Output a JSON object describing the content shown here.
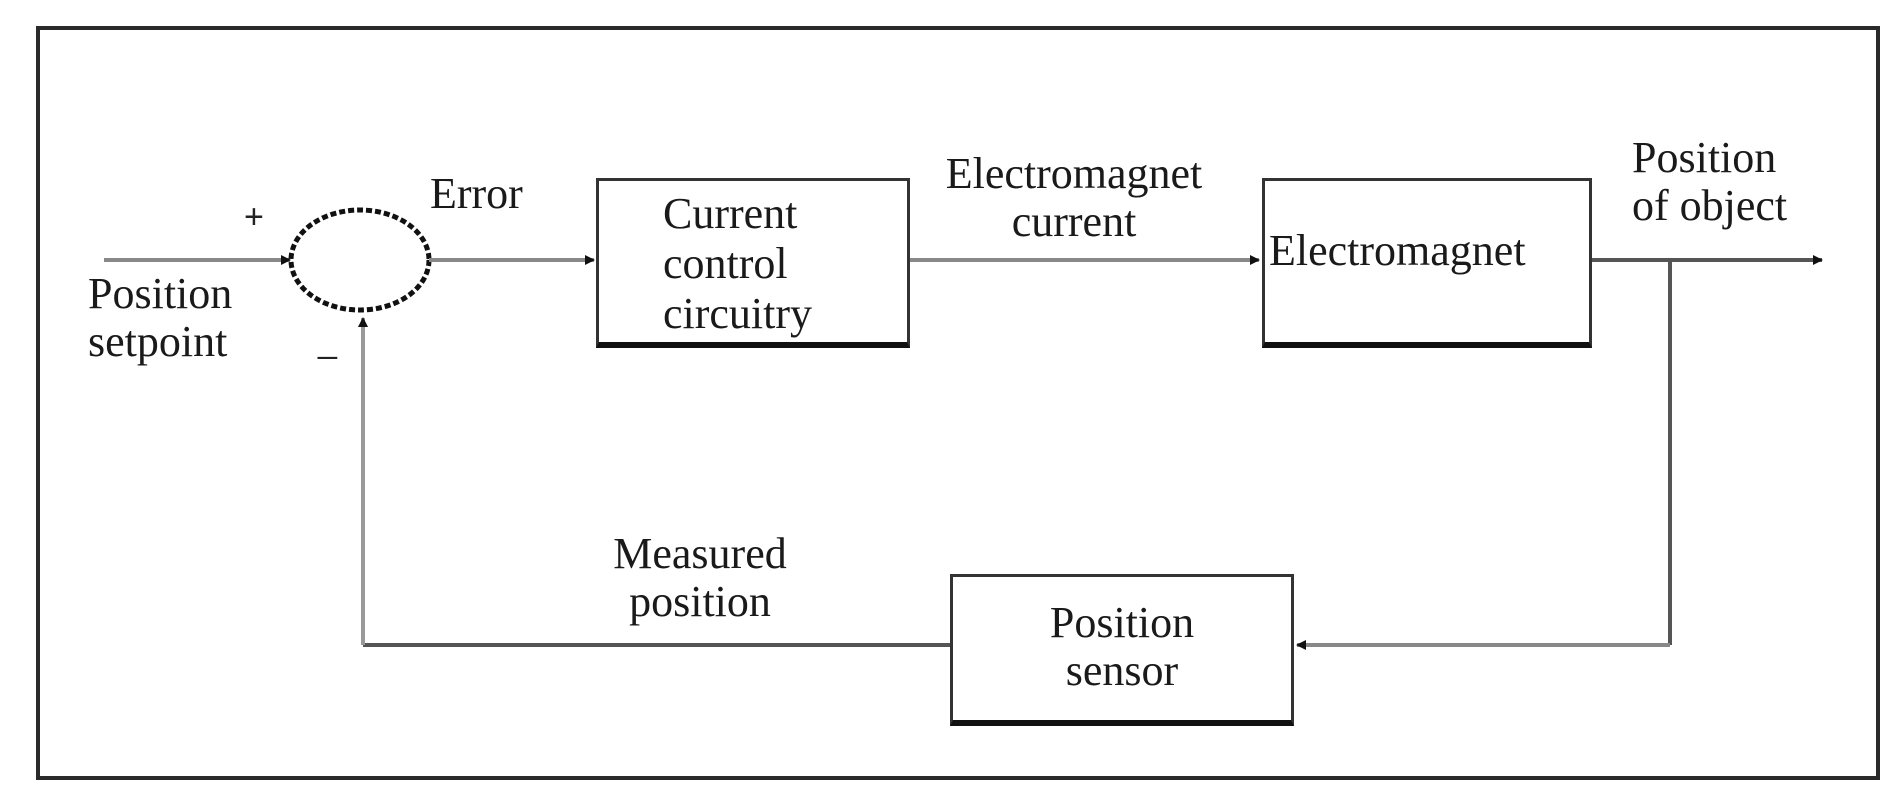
{
  "diagram": {
    "blocks": {
      "controller": "Current\ncontrol\ncircuitry",
      "plant": "Electromagnet",
      "sensor": "Position\nsensor"
    },
    "signals": {
      "input": "Position\nsetpoint",
      "error": "Error",
      "control": "Electromagnet\ncurrent",
      "output": "Position\nof object",
      "feedback": "Measured\nposition"
    },
    "summing_junction": {
      "plus": "+",
      "minus": "_"
    },
    "colors": {
      "line": "#777777",
      "box": "#333333",
      "text": "#1a1a1a"
    }
  }
}
